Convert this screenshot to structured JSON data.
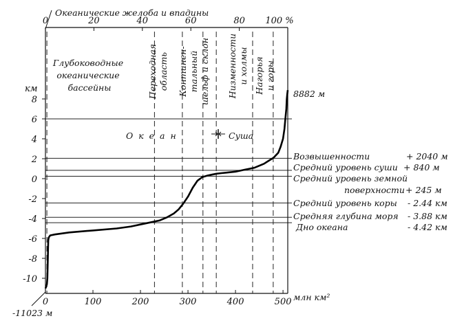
{
  "chart_data": {
    "type": "line",
    "top_axis": {
      "title": "Океанические желоба и впадины",
      "ticks": [
        "0",
        "20",
        "40",
        "60",
        "80",
        "100 %"
      ],
      "values": [
        0,
        20,
        40,
        60,
        80,
        100
      ]
    },
    "x_axis": {
      "unit": "млн км²",
      "ticks": [
        "0",
        "100",
        "200",
        "300",
        "400",
        "500"
      ],
      "values": [
        0,
        100,
        200,
        300,
        400,
        500
      ],
      "range": [
        0,
        510
      ]
    },
    "y_axis": {
      "unit": "км",
      "ticks": [
        "8",
        "6",
        "4",
        "2",
        "0",
        "-2",
        "-4",
        "-6",
        "-8",
        "-10"
      ],
      "values": [
        8,
        6,
        4,
        2,
        0,
        -2,
        -4,
        -6,
        -8,
        -10
      ],
      "range": [
        -11.023,
        8.882
      ]
    },
    "series": [
      {
        "x": [
          0,
          1,
          3,
          4,
          5,
          5.5,
          6,
          7,
          10,
          20,
          50,
          100,
          150,
          180,
          200,
          220,
          240,
          255,
          270,
          280,
          290,
          300,
          310,
          320,
          330,
          340,
          350,
          360,
          370,
          380,
          390,
          400,
          410,
          420,
          430,
          440,
          450,
          460,
          470,
          480,
          490,
          495,
          500,
          503,
          505,
          507,
          508,
          509,
          510
        ],
        "y": [
          -11.023,
          -10.9,
          -10.6,
          -10.0,
          -8.0,
          -7.0,
          -6.2,
          -5.9,
          -5.7,
          -5.6,
          -5.4,
          -5.2,
          -5.0,
          -4.8,
          -4.6,
          -4.4,
          -4.2,
          -3.9,
          -3.5,
          -3.1,
          -2.5,
          -1.8,
          -0.9,
          -0.2,
          0.15,
          0.3,
          0.4,
          0.5,
          0.55,
          0.6,
          0.65,
          0.7,
          0.8,
          0.9,
          1.0,
          1.1,
          1.3,
          1.5,
          1.8,
          2.1,
          2.6,
          3.2,
          4.0,
          5.0,
          6.0,
          7.0,
          8.0,
          8.5,
          8.882
        ]
      }
    ],
    "horizontal_levels": [
      6,
      2.04,
      0.84,
      0.245,
      -2.44,
      -3.88,
      -4.42
    ],
    "zone_boundaries_pct": [
      0.6,
      45,
      56.5,
      65,
      70.5,
      85.5,
      94
    ],
    "zones": [
      "Глубоководные океанические бассейны",
      "Переходная область",
      "Континен-тальный шельф и склон",
      "Низменности и холмы",
      "Нагорья и горы"
    ],
    "ocean_label": "О к е а н",
    "land_label": "Суша",
    "summit_label": "8882 м",
    "trench_label": "-11023 м",
    "level_labels": [
      {
        "name": "Возвышенности",
        "value": "+ 2040 м"
      },
      {
        "name": "Средний уровень суши",
        "value": "+ 840 м"
      },
      {
        "name": "Средний уровень земной",
        "value": ""
      },
      {
        "name": "поверхности",
        "value": "+ 245 м"
      },
      {
        "name": "Средний уровень коры",
        "value": "- 2.44 км"
      },
      {
        "name": "Средняя глубина моря",
        "value": "- 3.88 км"
      },
      {
        "name": "Дно океана",
        "value": "- 4.42 км"
      }
    ]
  }
}
